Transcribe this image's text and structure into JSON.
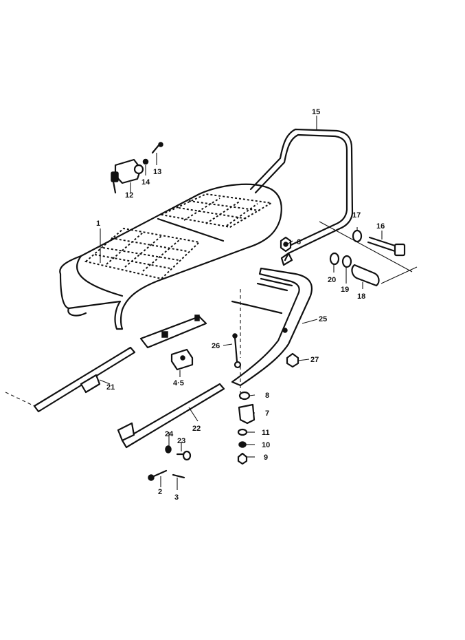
{
  "callouts": [
    {
      "id": "1",
      "text": "1"
    },
    {
      "id": "2",
      "text": "2"
    },
    {
      "id": "3",
      "text": "3"
    },
    {
      "id": "4-5",
      "text": "4·5"
    },
    {
      "id": "6",
      "text": "6"
    },
    {
      "id": "7",
      "text": "7"
    },
    {
      "id": "8",
      "text": "8"
    },
    {
      "id": "9",
      "text": "9"
    },
    {
      "id": "10",
      "text": "10"
    },
    {
      "id": "11",
      "text": "11"
    },
    {
      "id": "12",
      "text": "12"
    },
    {
      "id": "13",
      "text": "13"
    },
    {
      "id": "14",
      "text": "14"
    },
    {
      "id": "15",
      "text": "15"
    },
    {
      "id": "16",
      "text": "16"
    },
    {
      "id": "17",
      "text": "17"
    },
    {
      "id": "18",
      "text": "18"
    },
    {
      "id": "19",
      "text": "19"
    },
    {
      "id": "20",
      "text": "20"
    },
    {
      "id": "21",
      "text": "21"
    },
    {
      "id": "22",
      "text": "22"
    },
    {
      "id": "23",
      "text": "23"
    },
    {
      "id": "24",
      "text": "24"
    },
    {
      "id": "25",
      "text": "25"
    },
    {
      "id": "26",
      "text": "26"
    },
    {
      "id": "27",
      "text": "27"
    }
  ]
}
